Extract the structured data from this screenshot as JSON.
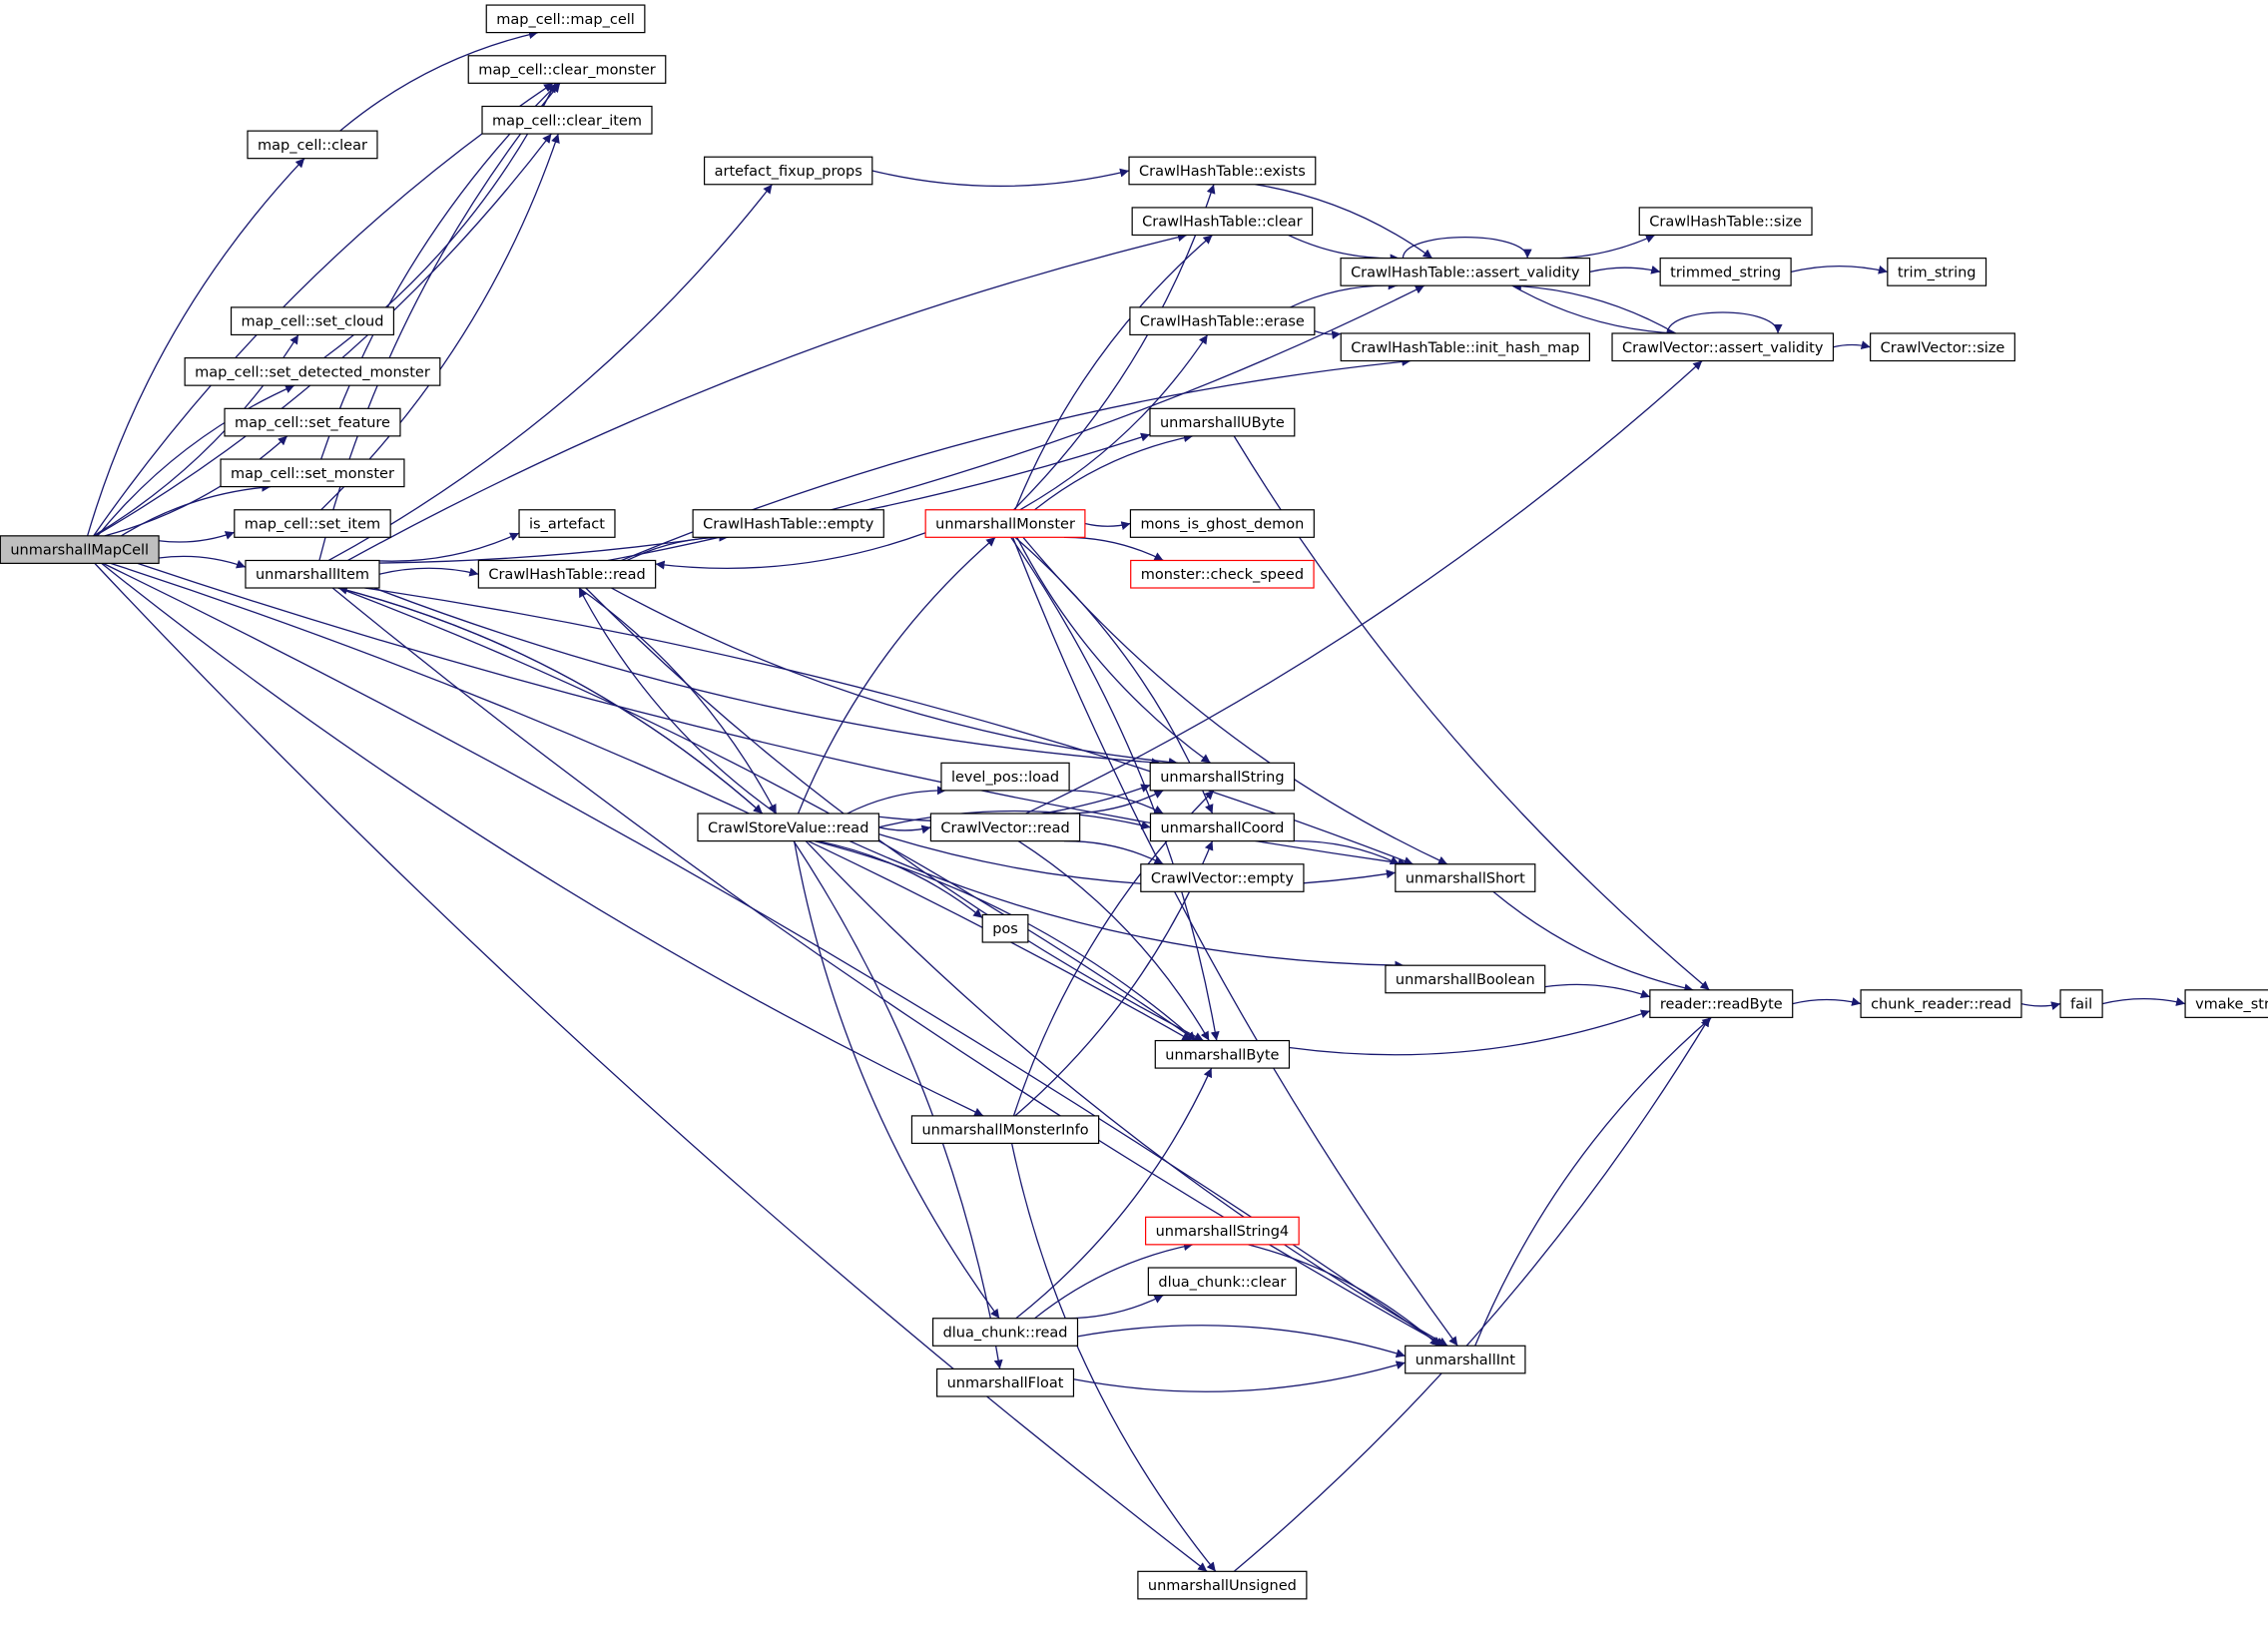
{
  "colors": {
    "edge": "#191970",
    "root_fill": "#bfbfbf",
    "highlight_border": "#ff0000"
  },
  "nodes": [
    {
      "id": "unmarshallMapCell",
      "label": "unmarshallMapCell",
      "style": "root"
    },
    {
      "id": "map_cell_map_cell",
      "label": "map_cell::map_cell"
    },
    {
      "id": "map_cell_clear_monster",
      "label": "map_cell::clear_monster"
    },
    {
      "id": "map_cell_clear_item",
      "label": "map_cell::clear_item"
    },
    {
      "id": "map_cell_clear",
      "label": "map_cell::clear"
    },
    {
      "id": "artefact_fixup_props",
      "label": "artefact_fixup_props"
    },
    {
      "id": "CrawlHashTable_exists",
      "label": "CrawlHashTable::exists"
    },
    {
      "id": "CrawlHashTable_clear",
      "label": "CrawlHashTable::clear"
    },
    {
      "id": "CrawlHashTable_size",
      "label": "CrawlHashTable::size"
    },
    {
      "id": "CrawlHashTable_assert_validity",
      "label": "CrawlHashTable::assert_validity"
    },
    {
      "id": "trimmed_string",
      "label": "trimmed_string"
    },
    {
      "id": "trim_string",
      "label": "trim_string"
    },
    {
      "id": "map_cell_set_cloud",
      "label": "map_cell::set_cloud"
    },
    {
      "id": "CrawlHashTable_erase",
      "label": "CrawlHashTable::erase"
    },
    {
      "id": "CrawlHashTable_init_hash_map",
      "label": "CrawlHashTable::init_hash_map"
    },
    {
      "id": "CrawlVector_assert_validity",
      "label": "CrawlVector::assert_validity"
    },
    {
      "id": "CrawlVector_size",
      "label": "CrawlVector::size"
    },
    {
      "id": "map_cell_set_detected_monster",
      "label": "map_cell::set_detected_monster"
    },
    {
      "id": "map_cell_set_feature",
      "label": "map_cell::set_feature"
    },
    {
      "id": "unmarshallUByte",
      "label": "unmarshallUByte"
    },
    {
      "id": "map_cell_set_monster",
      "label": "map_cell::set_monster"
    },
    {
      "id": "map_cell_set_item",
      "label": "map_cell::set_item"
    },
    {
      "id": "is_artefact",
      "label": "is_artefact"
    },
    {
      "id": "CrawlHashTable_empty",
      "label": "CrawlHashTable::empty"
    },
    {
      "id": "unmarshallMonster",
      "label": "unmarshallMonster",
      "style": "red"
    },
    {
      "id": "mons_is_ghost_demon",
      "label": "mons_is_ghost_demon"
    },
    {
      "id": "monster_check_speed",
      "label": "monster::check_speed",
      "style": "red"
    },
    {
      "id": "unmarshallItem",
      "label": "unmarshallItem"
    },
    {
      "id": "CrawlHashTable_read",
      "label": "CrawlHashTable::read"
    },
    {
      "id": "unmarshallString",
      "label": "unmarshallString"
    },
    {
      "id": "level_pos_load",
      "label": "level_pos::load"
    },
    {
      "id": "CrawlStoreValue_read",
      "label": "CrawlStoreValue::read"
    },
    {
      "id": "CrawlVector_read",
      "label": "CrawlVector::read"
    },
    {
      "id": "unmarshallCoord",
      "label": "unmarshallCoord"
    },
    {
      "id": "CrawlVector_empty",
      "label": "CrawlVector::empty"
    },
    {
      "id": "unmarshallShort",
      "label": "unmarshallShort"
    },
    {
      "id": "pos",
      "label": "pos"
    },
    {
      "id": "unmarshallBoolean",
      "label": "unmarshallBoolean"
    },
    {
      "id": "reader_readByte",
      "label": "reader::readByte"
    },
    {
      "id": "chunk_reader_read",
      "label": "chunk_reader::read"
    },
    {
      "id": "fail",
      "label": "fail"
    },
    {
      "id": "vmake_stringf",
      "label": "vmake_stringf"
    },
    {
      "id": "unmarshallByte",
      "label": "unmarshallByte"
    },
    {
      "id": "unmarshallMonsterInfo",
      "label": "unmarshallMonsterInfo"
    },
    {
      "id": "unmarshallString4",
      "label": "unmarshallString4",
      "style": "red"
    },
    {
      "id": "dlua_chunk_clear",
      "label": "dlua_chunk::clear"
    },
    {
      "id": "dlua_chunk_read",
      "label": "dlua_chunk::read"
    },
    {
      "id": "unmarshallInt",
      "label": "unmarshallInt"
    },
    {
      "id": "unmarshallFloat",
      "label": "unmarshallFloat"
    },
    {
      "id": "unmarshallUnsigned",
      "label": "unmarshallUnsigned"
    }
  ],
  "edges": [
    [
      "unmarshallMapCell",
      "map_cell_clear"
    ],
    [
      "unmarshallMapCell",
      "map_cell_set_cloud"
    ],
    [
      "unmarshallMapCell",
      "map_cell_set_detected_monster"
    ],
    [
      "unmarshallMapCell",
      "map_cell_set_feature"
    ],
    [
      "unmarshallMapCell",
      "map_cell_set_monster"
    ],
    [
      "unmarshallMapCell",
      "map_cell_set_item"
    ],
    [
      "unmarshallMapCell",
      "unmarshallItem"
    ],
    [
      "unmarshallMapCell",
      "unmarshallMonsterInfo"
    ],
    [
      "unmarshallMapCell",
      "unmarshallByte"
    ],
    [
      "unmarshallMapCell",
      "unmarshallShort"
    ],
    [
      "unmarshallMapCell",
      "unmarshallInt"
    ],
    [
      "unmarshallMapCell",
      "unmarshallUnsigned"
    ],
    [
      "unmarshallMapCell",
      "map_cell_clear_monster"
    ],
    [
      "unmarshallMapCell",
      "map_cell_clear_item"
    ],
    [
      "map_cell_clear",
      "map_cell_map_cell"
    ],
    [
      "map_cell_set_detected_monster",
      "map_cell_clear_monster"
    ],
    [
      "map_cell_set_monster",
      "map_cell_clear_monster"
    ],
    [
      "map_cell_set_item",
      "map_cell_clear_item"
    ],
    [
      "unmarshallItem",
      "map_cell_clear_monster"
    ],
    [
      "unmarshallItem",
      "artefact_fixup_props"
    ],
    [
      "unmarshallItem",
      "CrawlHashTable_clear"
    ],
    [
      "unmarshallItem",
      "is_artefact"
    ],
    [
      "unmarshallItem",
      "CrawlHashTable_read"
    ],
    [
      "unmarshallItem",
      "unmarshallUByte"
    ],
    [
      "unmarshallItem",
      "unmarshallShort"
    ],
    [
      "unmarshallItem",
      "unmarshallString"
    ],
    [
      "unmarshallItem",
      "unmarshallByte"
    ],
    [
      "unmarshallItem",
      "unmarshallInt"
    ],
    [
      "unmarshallItem",
      "CrawlStoreValue_read"
    ],
    [
      "artefact_fixup_props",
      "CrawlHashTable_exists"
    ],
    [
      "CrawlHashTable_exists",
      "CrawlHashTable_assert_validity"
    ],
    [
      "CrawlHashTable_clear",
      "CrawlHashTable_assert_validity"
    ],
    [
      "CrawlHashTable_erase",
      "CrawlHashTable_assert_validity"
    ],
    [
      "CrawlHashTable_erase",
      "CrawlHashTable_init_hash_map"
    ],
    [
      "CrawlHashTable_assert_validity",
      "CrawlHashTable_assert_validity"
    ],
    [
      "CrawlHashTable_assert_validity",
      "CrawlHashTable_size"
    ],
    [
      "CrawlHashTable_assert_validity",
      "trimmed_string"
    ],
    [
      "CrawlHashTable_assert_validity",
      "CrawlVector_assert_validity"
    ],
    [
      "trimmed_string",
      "trim_string"
    ],
    [
      "CrawlVector_assert_validity",
      "CrawlVector_assert_validity"
    ],
    [
      "CrawlVector_assert_validity",
      "CrawlVector_size"
    ],
    [
      "CrawlVector_assert_validity",
      "CrawlHashTable_assert_validity"
    ],
    [
      "CrawlHashTable_read",
      "CrawlHashTable_empty"
    ],
    [
      "CrawlHashTable_read",
      "CrawlHashTable_assert_validity"
    ],
    [
      "CrawlHashTable_read",
      "CrawlHashTable_init_hash_map"
    ],
    [
      "CrawlHashTable_read",
      "unmarshallString"
    ],
    [
      "CrawlHashTable_read",
      "CrawlStoreValue_read"
    ],
    [
      "CrawlHashTable_read",
      "unmarshallByte"
    ],
    [
      "unmarshallMonster",
      "CrawlHashTable_read"
    ],
    [
      "unmarshallMonster",
      "CrawlHashTable_exists"
    ],
    [
      "unmarshallMonster",
      "CrawlHashTable_clear"
    ],
    [
      "unmarshallMonster",
      "CrawlHashTable_erase"
    ],
    [
      "unmarshallMonster",
      "unmarshallUByte"
    ],
    [
      "unmarshallMonster",
      "mons_is_ghost_demon"
    ],
    [
      "unmarshallMonster",
      "monster_check_speed"
    ],
    [
      "unmarshallMonster",
      "unmarshallString"
    ],
    [
      "unmarshallMonster",
      "unmarshallCoord"
    ],
    [
      "unmarshallMonster",
      "unmarshallShort"
    ],
    [
      "unmarshallMonster",
      "unmarshallByte"
    ],
    [
      "unmarshallMonster",
      "unmarshallInt"
    ],
    [
      "CrawlStoreValue_read",
      "CrawlHashTable_read"
    ],
    [
      "CrawlStoreValue_read",
      "unmarshallItem"
    ],
    [
      "CrawlStoreValue_read",
      "unmarshallMonster"
    ],
    [
      "CrawlStoreValue_read",
      "unmarshallString"
    ],
    [
      "CrawlStoreValue_read",
      "level_pos_load"
    ],
    [
      "CrawlStoreValue_read",
      "CrawlVector_read"
    ],
    [
      "CrawlStoreValue_read",
      "unmarshallCoord"
    ],
    [
      "CrawlStoreValue_read",
      "unmarshallShort"
    ],
    [
      "CrawlStoreValue_read",
      "pos"
    ],
    [
      "CrawlStoreValue_read",
      "unmarshallBoolean"
    ],
    [
      "CrawlStoreValue_read",
      "unmarshallByte"
    ],
    [
      "CrawlStoreValue_read",
      "dlua_chunk_read"
    ],
    [
      "CrawlStoreValue_read",
      "unmarshallFloat"
    ],
    [
      "CrawlStoreValue_read",
      "unmarshallInt"
    ],
    [
      "level_pos_load",
      "unmarshallCoord"
    ],
    [
      "CrawlVector_read",
      "unmarshallString"
    ],
    [
      "CrawlVector_read",
      "CrawlVector_empty"
    ],
    [
      "CrawlVector_read",
      "CrawlVector_assert_validity"
    ],
    [
      "CrawlVector_read",
      "unmarshallByte"
    ],
    [
      "unmarshallUByte",
      "reader_readByte"
    ],
    [
      "unmarshallCoord",
      "unmarshallShort"
    ],
    [
      "unmarshallShort",
      "reader_readByte"
    ],
    [
      "unmarshallBoolean",
      "reader_readByte"
    ],
    [
      "unmarshallByte",
      "reader_readByte"
    ],
    [
      "reader_readByte",
      "chunk_reader_read"
    ],
    [
      "chunk_reader_read",
      "fail"
    ],
    [
      "fail",
      "vmake_stringf"
    ],
    [
      "unmarshallMonsterInfo",
      "unmarshallCoord"
    ],
    [
      "unmarshallMonsterInfo",
      "unmarshallString"
    ],
    [
      "unmarshallMonsterInfo",
      "unmarshallUnsigned"
    ],
    [
      "dlua_chunk_read",
      "unmarshallString4"
    ],
    [
      "dlua_chunk_read",
      "dlua_chunk_clear"
    ],
    [
      "dlua_chunk_read",
      "unmarshallInt"
    ],
    [
      "dlua_chunk_read",
      "unmarshallByte"
    ],
    [
      "unmarshallString4",
      "unmarshallInt"
    ],
    [
      "unmarshallFloat",
      "unmarshallInt"
    ],
    [
      "unmarshallInt",
      "reader_readByte"
    ],
    [
      "unmarshallUnsigned",
      "reader_readByte"
    ]
  ]
}
